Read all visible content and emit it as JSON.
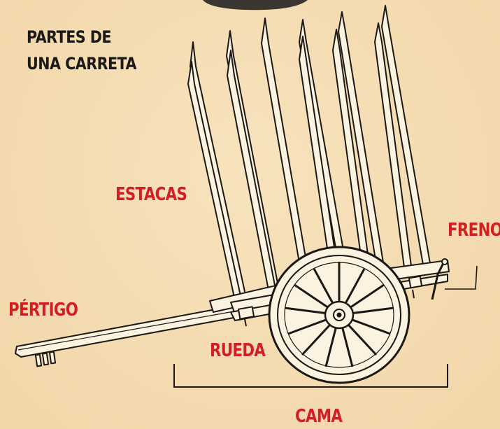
{
  "title": {
    "line1": "PARTES DE",
    "line2": "UNA CARRETA"
  },
  "labels": {
    "estacas": "ESTACAS",
    "freno": "FRENO",
    "pertigo": "PÉRTIGO",
    "rueda": "RUEDA",
    "cama": "CAMA"
  },
  "colors": {
    "background": "#f4dbb0",
    "title_text": "#1c1a17",
    "label_text": "#d01f25",
    "line_art": "#1a1714",
    "wood_fill": "#fbf2df"
  }
}
